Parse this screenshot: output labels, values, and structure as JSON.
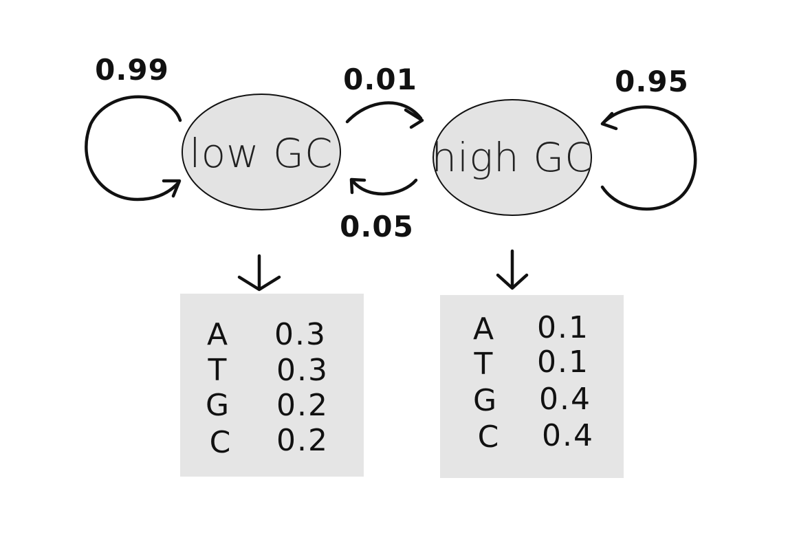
{
  "colors": {
    "state_fill": "#e3e3e3",
    "box_fill": "#e5e5e5",
    "ink": "#111111"
  },
  "states": {
    "low": {
      "label": "low GC"
    },
    "high": {
      "label": "high GC"
    }
  },
  "transitions": {
    "low_to_low": "0.99",
    "low_to_high": "0.01",
    "high_to_low": "0.05",
    "high_to_high": "0.95"
  },
  "emissions": {
    "low": [
      {
        "base": "A",
        "prob": "0.3"
      },
      {
        "base": "T",
        "prob": "0.3"
      },
      {
        "base": "G",
        "prob": "0.2"
      },
      {
        "base": "C",
        "prob": "0.2"
      }
    ],
    "high": [
      {
        "base": "A",
        "prob": "0.1"
      },
      {
        "base": "T",
        "prob": "0.1"
      },
      {
        "base": "G",
        "prob": "0.4"
      },
      {
        "base": "C",
        "prob": "0.4"
      }
    ]
  }
}
